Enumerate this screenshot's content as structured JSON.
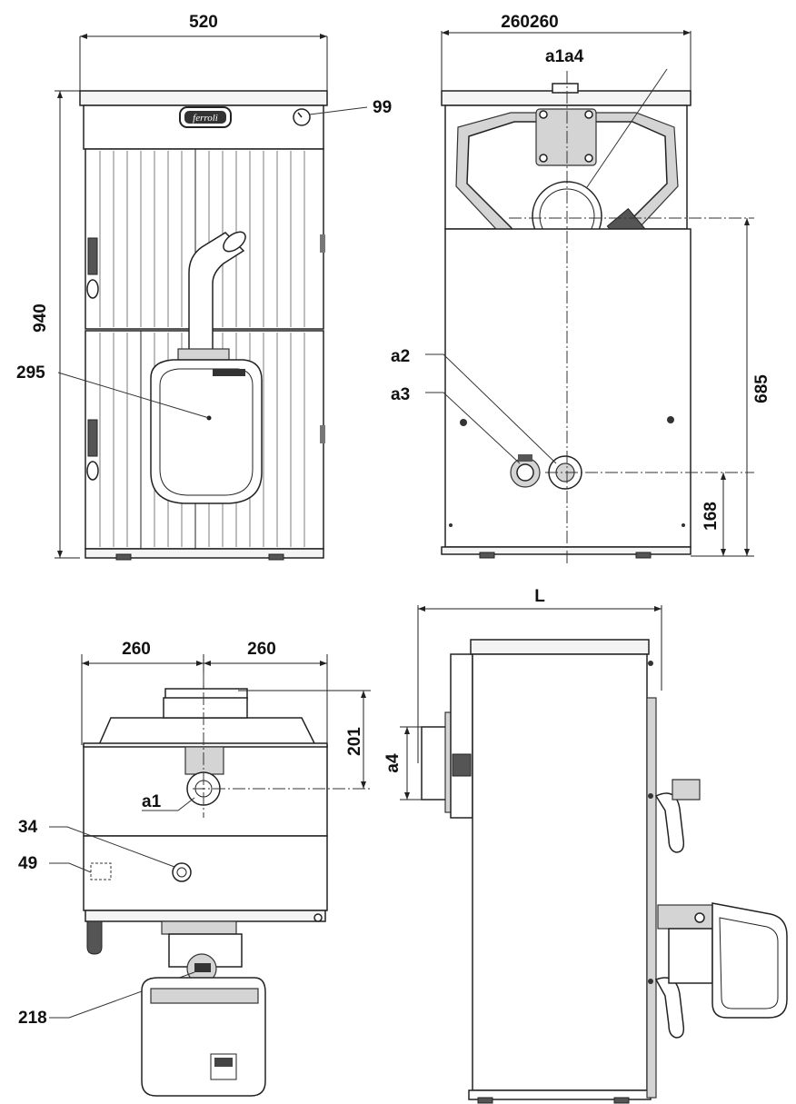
{
  "dimensions": {
    "front_width": "520",
    "rear_width": "260260",
    "height": "940",
    "rear_height_685": "685",
    "rear_height_168": "168",
    "bottom_left_260": "260",
    "bottom_right_260": "260",
    "bottom_201": "201",
    "side_length": "L",
    "side_a4": "a4"
  },
  "callouts": {
    "c99": "99",
    "c295": "295",
    "a1a4": "a1a4",
    "a2": "a2",
    "a3": "a3",
    "a1": "a1",
    "c34": "34",
    "c49": "49",
    "c218": "218"
  },
  "logo_text": "ferroli"
}
